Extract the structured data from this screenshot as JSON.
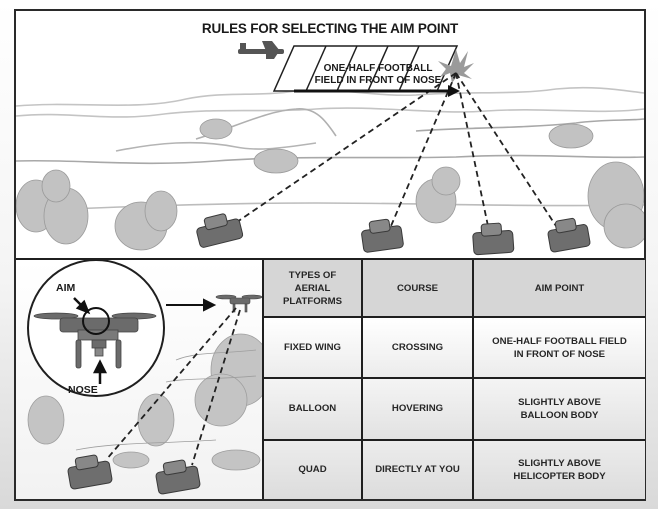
{
  "title": "RULES FOR SELECTING THE AIM POINT",
  "top_scene": {
    "arrow_label_line1": "ONE-HALF FOOTBALL",
    "arrow_label_line2": "FIELD IN FRONT OF NOSE",
    "aircraft": "fixed-wing-drone",
    "impact": "burst",
    "tank_count": 4
  },
  "inset": {
    "aim_label": "AIM",
    "nose_label": "NOSE",
    "aircraft": "quadcopter",
    "tank_count": 2
  },
  "table": {
    "headers": [
      "TYPES OF AERIAL PLATFORMS",
      "COURSE",
      "AIM POINT"
    ],
    "header_lines": [
      [
        "TYPES OF",
        "AERIAL",
        "PLATFORMS"
      ],
      [
        "COURSE"
      ],
      [
        "AIM POINT"
      ]
    ],
    "rows": [
      {
        "platform": "FIXED WING",
        "course": "CROSSING",
        "aim_line1": "ONE-HALF FOOTBALL FIELD",
        "aim_line2": "IN FRONT OF NOSE"
      },
      {
        "platform": "BALLOON",
        "course": "HOVERING",
        "aim_line1": "SLIGHTLY ABOVE",
        "aim_line2": "BALLOON BODY"
      },
      {
        "platform": "QUAD",
        "course": "DIRECTLY AT YOU",
        "aim_line1": "SLIGHTLY ABOVE",
        "aim_line2": "HELICOPTER BODY"
      }
    ]
  },
  "colors": {
    "line": "#1f1f1f",
    "header_fill": "#d6d6d6",
    "tank": "#6e6e6e",
    "tree": "#b5b5b5"
  }
}
